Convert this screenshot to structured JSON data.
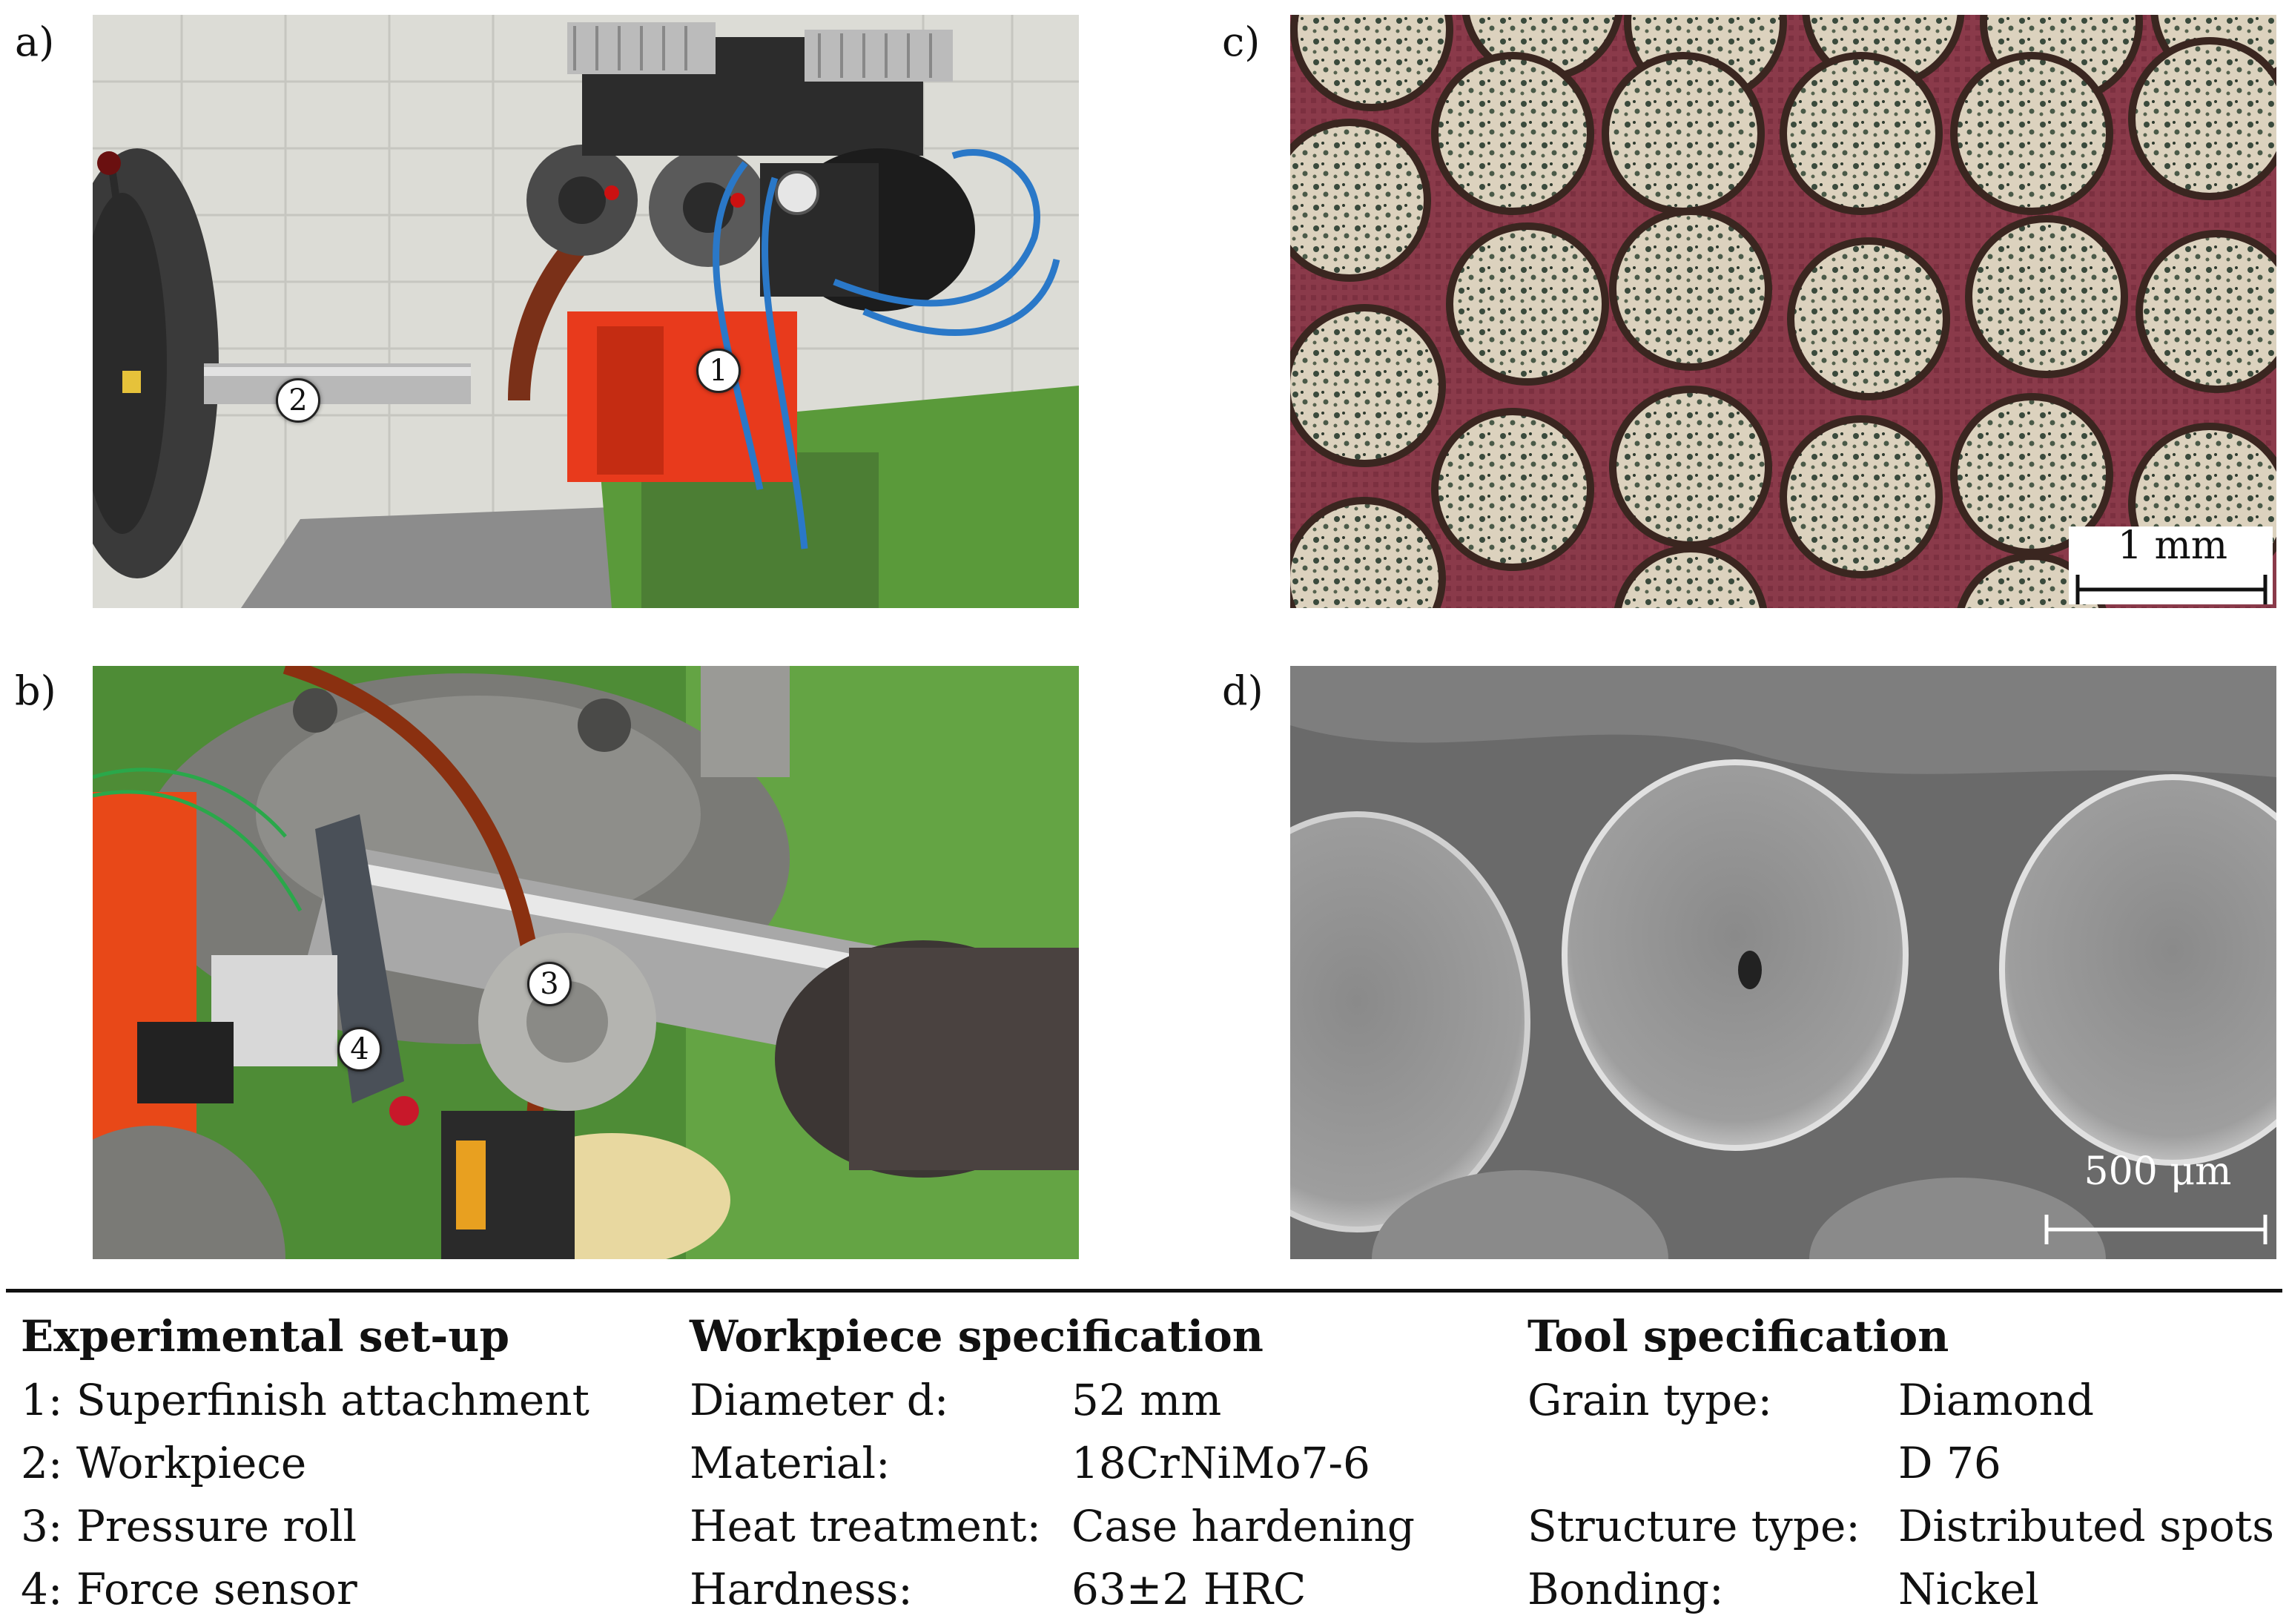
{
  "panels": {
    "a": {
      "label": "a)",
      "markers": [
        "1",
        "2"
      ]
    },
    "b": {
      "label": "b)",
      "markers": [
        "3",
        "4"
      ]
    },
    "c": {
      "label": "c)",
      "scale": "1 mm"
    },
    "d": {
      "label": "d)",
      "scale": "500 μm"
    }
  },
  "setup": {
    "title": "Experimental set-up",
    "items": [
      "1: Superfinish attachment",
      "2: Workpiece",
      "3: Pressure roll",
      "4: Force sensor"
    ]
  },
  "workpiece": {
    "title": "Workpiece specification",
    "rows": [
      {
        "k": "Diameter d:",
        "v": "52 mm"
      },
      {
        "k": "Material:",
        "v": "18CrNiMo7-6"
      },
      {
        "k": "Heat treatment:",
        "v": "Case hardening"
      },
      {
        "k": "Hardness:",
        "v": "63±2 HRC"
      }
    ]
  },
  "tool": {
    "title": "Tool specification",
    "rows": [
      {
        "k": "Grain type:",
        "v": "Diamond"
      },
      {
        "k": "",
        "v": "D 76"
      },
      {
        "k": "Structure type:",
        "v": "Distributed spots"
      },
      {
        "k": "Bonding:",
        "v": "Nickel"
      }
    ]
  },
  "colors": {
    "machine_green": "#5a9a3a",
    "attachment_red": "#e83a1c",
    "belt_brown": "#7a3018",
    "tool_background": "#8a3a4a",
    "sem_gray": "#8a8a8a"
  }
}
